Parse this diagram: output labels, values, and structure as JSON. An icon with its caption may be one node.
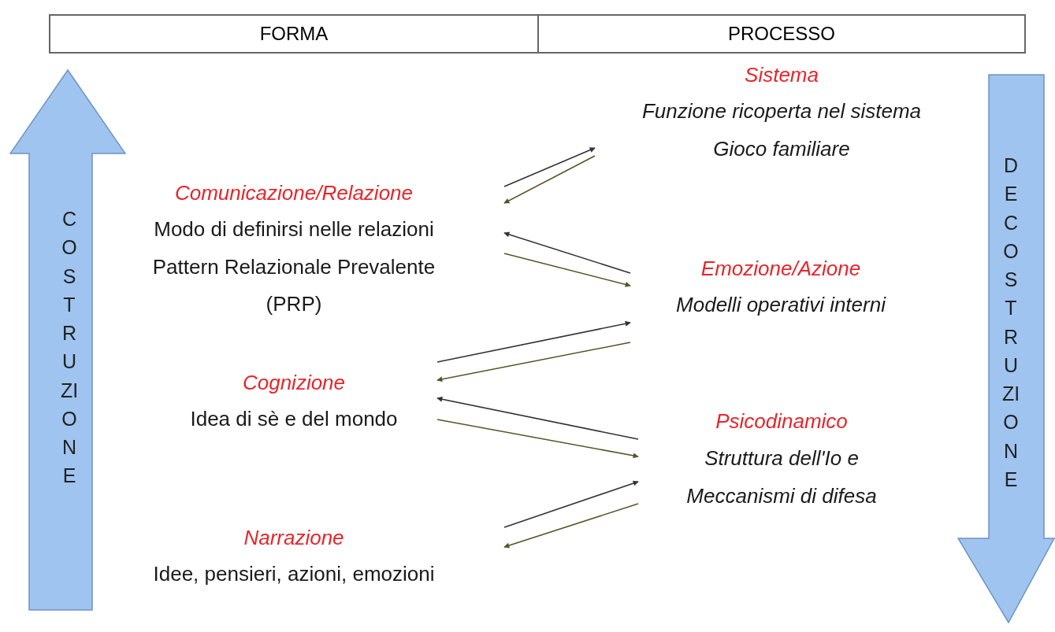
{
  "diagram": {
    "nodes": [
      {
        "text": [
          "FORMA"
        ]
      },
      {
        "text": [
          "PROCESSO"
        ]
      },
      {
        "text": [
          "COSTRUZIONE"
        ]
      },
      {
        "text": [
          "DECOSTRUZIONE"
        ]
      },
      {
        "text": [
          "Comunicazione/Relazione",
          "Modo di definirsi nelle relazioni",
          "Pattern Relazionale Prevalente (PRP)"
        ]
      },
      {
        "text": [
          "Cognizione",
          "Idea di sè e del mondo"
        ]
      },
      {
        "text": [
          "Narrazione",
          "Idee, pensieri, azioni, emozioni"
        ]
      },
      {
        "text": [
          "Sistema",
          "Funzione ricoperta nel sistema",
          "Gioco familiare"
        ]
      },
      {
        "text": [
          "Emozione/Azione",
          "Modelli operativi interni"
        ]
      },
      {
        "text": [
          "Psicodinamico",
          "Struttura dell'Io e Meccanismi di difesa"
        ]
      }
    ],
    "edges": [
      {
        "from": 4,
        "to": 7,
        "arrow": "to"
      },
      {
        "from": 7,
        "to": 4,
        "arrow": "to",
        "color": "#55552a"
      },
      {
        "from": 8,
        "to": 4,
        "arrow": "to"
      },
      {
        "from": 4,
        "to": 8,
        "arrow": "to",
        "color": "#55552a"
      },
      {
        "from": 5,
        "to": 8,
        "arrow": "to"
      },
      {
        "from": 8,
        "to": 5,
        "arrow": "to",
        "color": "#55552a"
      },
      {
        "from": 9,
        "to": 5,
        "arrow": "to"
      },
      {
        "from": 5,
        "to": 9,
        "arrow": "to",
        "color": "#55552a"
      },
      {
        "from": 6,
        "to": 9,
        "arrow": "to"
      },
      {
        "from": 9,
        "to": 6,
        "arrow": "to",
        "color": "#55552a"
      }
    ]
  }
}
